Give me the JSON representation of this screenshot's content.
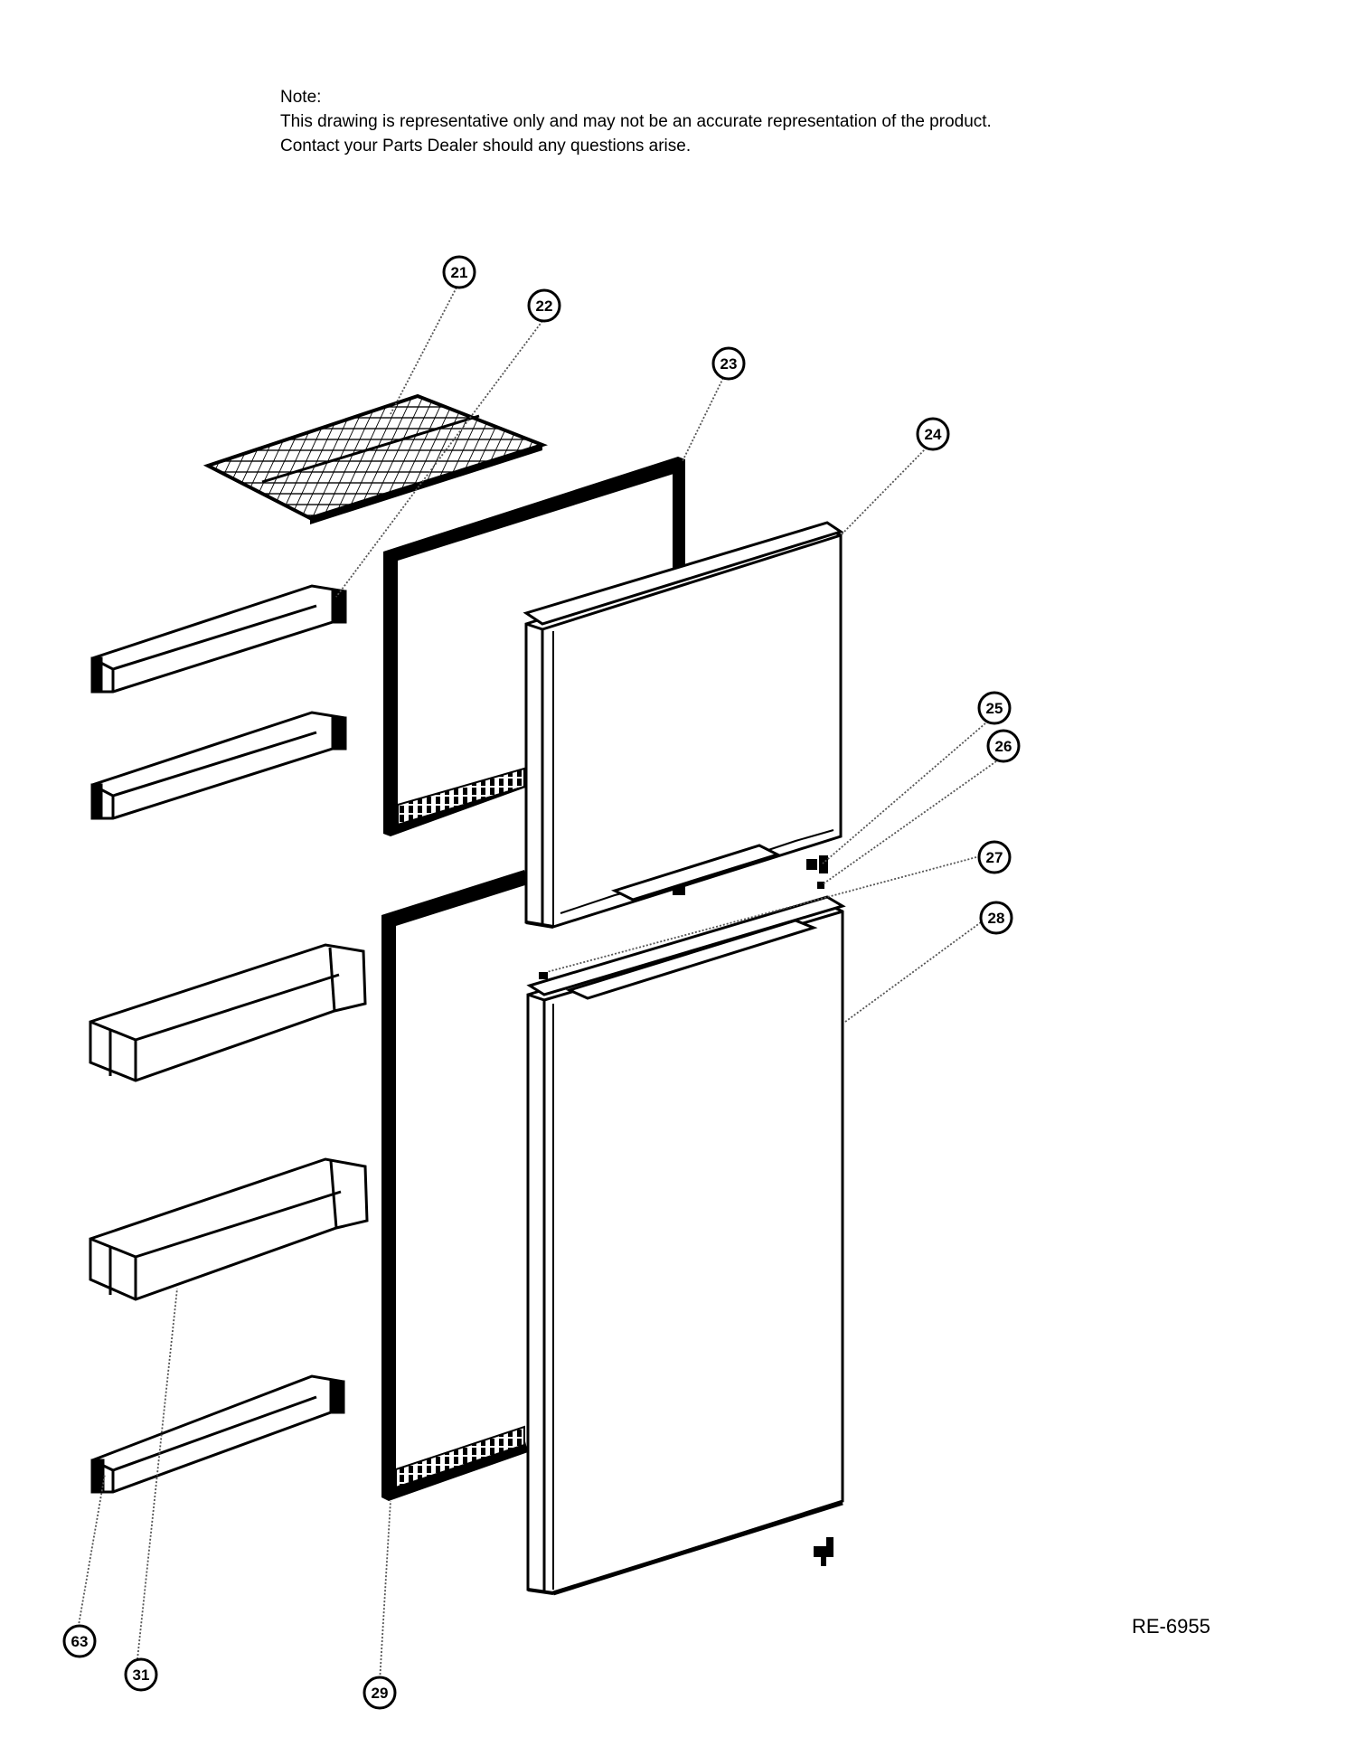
{
  "note": {
    "heading": "Note:",
    "line1": "This drawing is representative only and may not be an accurate representation of the product.",
    "line2": "Contact your Parts Dealer should any questions arise."
  },
  "document_id": "RE-6955",
  "callouts": [
    "21",
    "22",
    "23",
    "24",
    "25",
    "26",
    "27",
    "28",
    "29",
    "31",
    "63"
  ],
  "colors": {
    "line": "#000000",
    "leader": "#555555",
    "background": "#ffffff"
  }
}
